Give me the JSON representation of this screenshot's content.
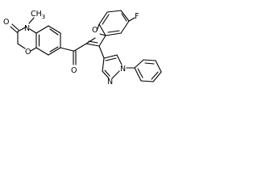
{
  "structure": {
    "atom_labels": {
      "o_carbonyl_lactam": "O",
      "n_lactam": "N",
      "n_methyl": "CH",
      "n_methyl_subscript": "3",
      "o_ring_oxazine": "O",
      "o_ketone": "O",
      "o_furan": "O",
      "f_substituent": "F",
      "n_pyrazole_1": "N",
      "n_pyrazole_2": "N"
    }
  }
}
